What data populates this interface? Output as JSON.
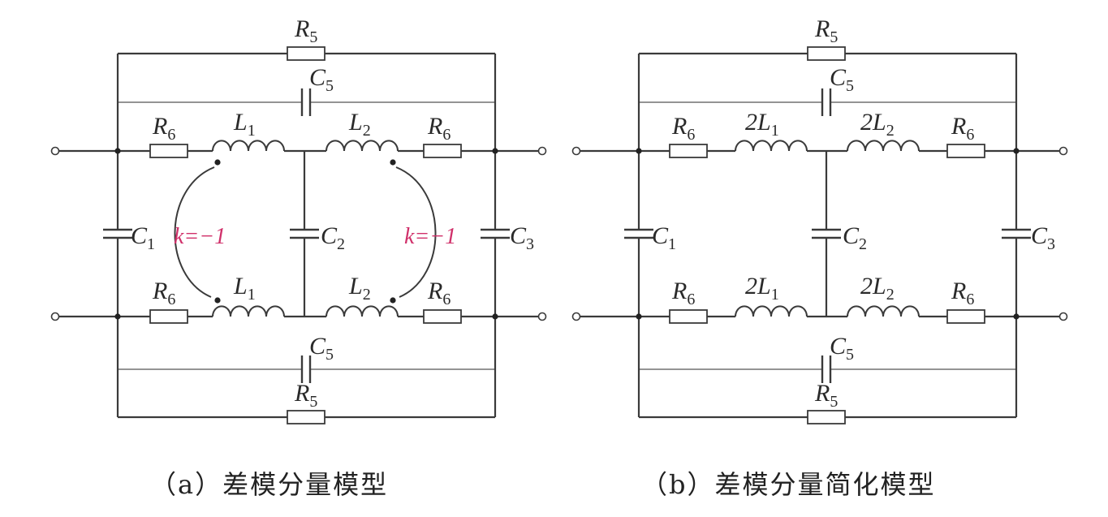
{
  "panels": [
    {
      "id": "a",
      "caption": "（a）差模分量模型",
      "labels": {
        "R5_top": [
          "R",
          "5"
        ],
        "C5_top": [
          "C",
          "5"
        ],
        "R6_tl": [
          "R",
          "6"
        ],
        "L_tl": [
          "L",
          "1"
        ],
        "L_tr": [
          "L",
          "2"
        ],
        "R6_tr": [
          "R",
          "6"
        ],
        "C1": [
          "C",
          "1"
        ],
        "C2": [
          "C",
          "2"
        ],
        "C3": [
          "C",
          "3"
        ],
        "R6_bl": [
          "R",
          "6"
        ],
        "L_bl": [
          "L",
          "1"
        ],
        "L_br": [
          "L",
          "2"
        ],
        "R6_br": [
          "R",
          "6"
        ],
        "C5_bot": [
          "C",
          "5"
        ],
        "R5_bot": [
          "R",
          "5"
        ]
      },
      "coupling": [
        "k=−1",
        "k=−1"
      ]
    },
    {
      "id": "b",
      "caption": "（b）差模分量简化模型",
      "labels": {
        "R5_top": [
          "R",
          "5"
        ],
        "C5_top": [
          "C",
          "5"
        ],
        "R6_tl": [
          "R",
          "6"
        ],
        "L_tl": [
          "2L",
          "1"
        ],
        "L_tr": [
          "2L",
          "2"
        ],
        "R6_tr": [
          "R",
          "6"
        ],
        "C1": [
          "C",
          "1"
        ],
        "C2": [
          "C",
          "2"
        ],
        "C3": [
          "C",
          "3"
        ],
        "R6_bl": [
          "R",
          "6"
        ],
        "L_bl": [
          "2L",
          "1"
        ],
        "L_br": [
          "2L",
          "2"
        ],
        "R6_br": [
          "R",
          "6"
        ],
        "C5_bot": [
          "C",
          "5"
        ],
        "R5_bot": [
          "R",
          "5"
        ]
      },
      "coupling": []
    }
  ]
}
